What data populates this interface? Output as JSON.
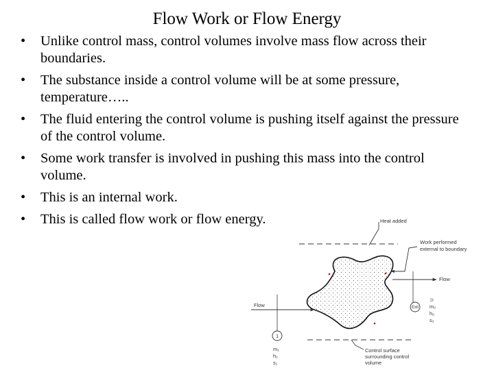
{
  "title": "Flow Work or Flow Energy",
  "bullets": [
    {
      "symbol": "•",
      "text": "Unlike control mass, control volumes involve mass flow across their boundaries."
    },
    {
      "symbol": "•",
      "text": "The substance inside a control volume will be at some pressure, temperature….."
    },
    {
      "symbol": "•",
      "text": "The fluid  entering the control volume is pushing itself against the pressure of the control volume."
    },
    {
      "symbol": "•",
      "text": "Some work transfer is involved in pushing this mass into the control volume."
    },
    {
      "symbol": "•",
      "text": "This is an internal work."
    },
    {
      "symbol": "•",
      "text": "This is called flow work or flow energy."
    }
  ],
  "figure": {
    "heat_label": "Heat added",
    "work_label_1": "Work performed",
    "work_label_2": "external to boundary",
    "flow_in_label": "Flow",
    "flow_out_label": "Flow",
    "in_port_label": "1",
    "out_port_label": "Exit",
    "in_vars": [
      "m₁",
      "h₁",
      "s₁"
    ],
    "out_vars": [
      "m₂",
      "h₂",
      "s₂"
    ],
    "out_prefix": "⊃",
    "surface_label_1": "Control surface",
    "surface_label_2": "surrounding control",
    "surface_label_3": "volume"
  }
}
